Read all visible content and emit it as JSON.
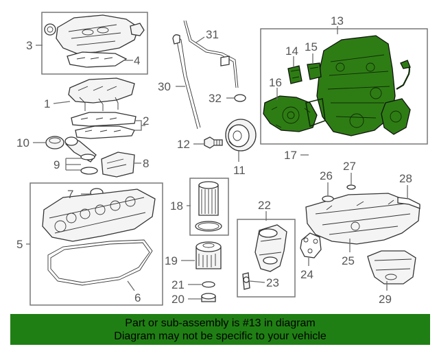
{
  "callouts": [
    "1",
    "2",
    "3",
    "4",
    "5",
    "6",
    "7",
    "8",
    "9",
    "10",
    "11",
    "12",
    "13",
    "14",
    "15",
    "16",
    "17",
    "18",
    "19",
    "20",
    "21",
    "22",
    "23",
    "24",
    "25",
    "26",
    "27",
    "28",
    "29",
    "30",
    "31",
    "32"
  ],
  "highlight": {
    "color": "#2e7d14"
  },
  "banner": {
    "line1": "Part or sub-assembly is #13 in diagram",
    "line2": "Diagram may not be specific to your vehicle",
    "color": "#207f14"
  }
}
